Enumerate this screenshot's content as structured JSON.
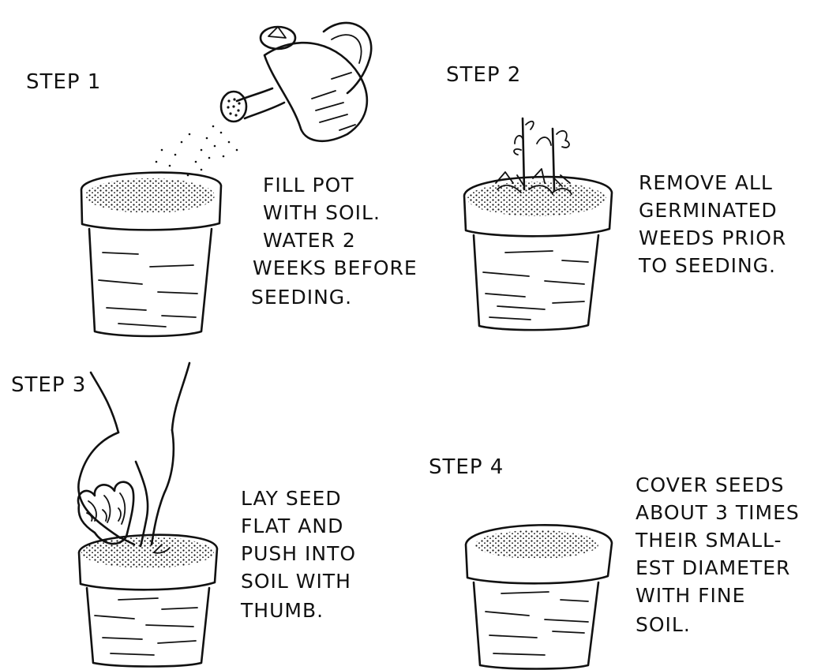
{
  "steps": [
    {
      "title": "STEP 1",
      "caption": [
        "FILL POT",
        "WITH SOIL.",
        "WATER 2",
        "WEEKS BEFORE",
        "SEEDING."
      ],
      "icon": "watering-can-pot-icon"
    },
    {
      "title": "STEP 2",
      "caption": [
        "REMOVE ALL",
        "GERMINATED",
        "WEEDS PRIOR",
        "TO SEEDING."
      ],
      "icon": "weeds-pot-icon"
    },
    {
      "title": "STEP 3",
      "caption": [
        "LAY SEED",
        "FLAT AND",
        "PUSH INTO",
        "SOIL WITH",
        "THUMB."
      ],
      "icon": "hand-pot-icon"
    },
    {
      "title": "STEP 4",
      "caption": [
        "COVER SEEDS",
        "ABOUT 3 TIMES",
        "THEIR SMALL-",
        "EST DIAMETER",
        "WITH FINE",
        "SOIL."
      ],
      "icon": "covered-pot-icon"
    }
  ],
  "colors": {
    "ink": "#111111",
    "background": "#ffffff"
  }
}
